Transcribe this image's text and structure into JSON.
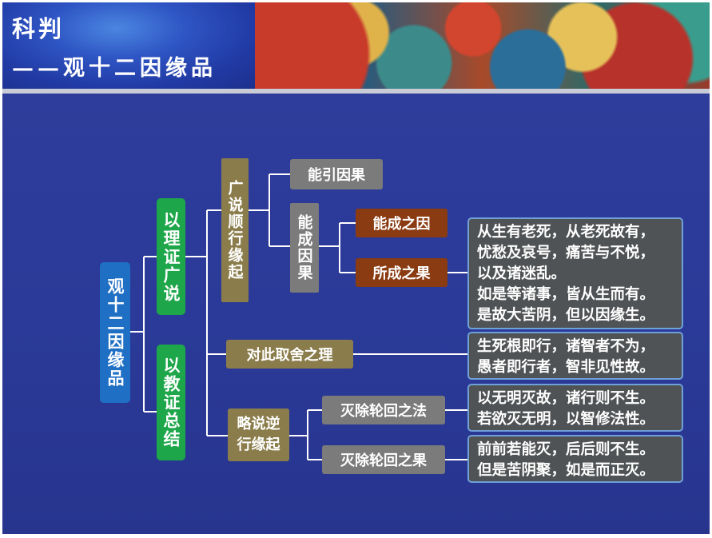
{
  "header": {
    "title": "科判",
    "subtitle": "——观十二因缘品"
  },
  "diagram": {
    "root": "观十二因缘品",
    "branch_li": "以理证广说",
    "branch_jiao": "以教证总结",
    "guang_shuo": "广说顺行缘起",
    "neng_yin": "能引因果",
    "neng_cheng": "能成因果",
    "neng_cheng_zhi_yin": "能成之因",
    "suo_cheng_zhi_guo": "所成之果",
    "dui_ci": "对此取舍之理",
    "lue_shuo": [
      "略说逆",
      "行缘起"
    ],
    "mie_chu_fa": "灭除轮回之法",
    "mie_chu_guo": "灭除轮回之果"
  },
  "verses": {
    "suo_cheng": [
      "从生有老死，从老死故有，",
      "忧愁及哀号，痛苦与不悦，",
      "以及诸迷乱。",
      "如是等诸事，皆从生而有。",
      "是故大苦阴，但以因缘生。"
    ],
    "dui_ci": [
      "生死根即行，诸智者不为，",
      "愚者即行者，智非见性故。"
    ],
    "mie_chu_fa": [
      "以无明灭故，诸行则不生。",
      "若欲灭无明，以智修法性。"
    ],
    "mie_chu_guo": [
      "前前若能灭，后后则不生。",
      "但是苦阴聚，如是而正灭。"
    ]
  }
}
